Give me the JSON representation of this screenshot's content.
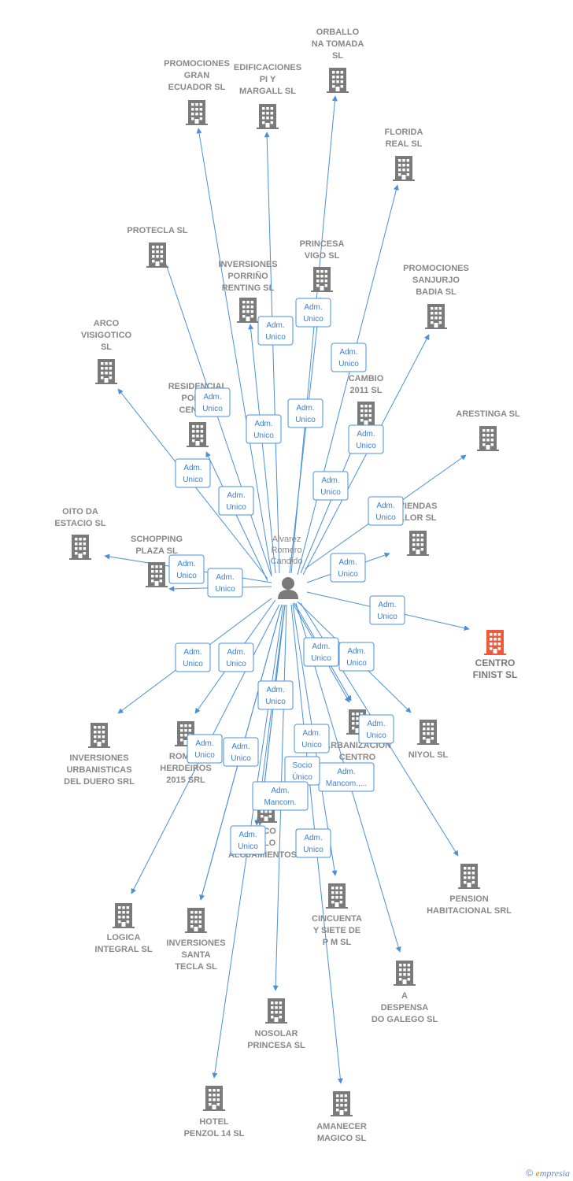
{
  "person": {
    "label": [
      "Alvarez",
      "Romero",
      "Candido"
    ]
  },
  "colors": {
    "edge": "#4a90d9",
    "box_border": "#4a90d9",
    "box_text": "#3a7fd5",
    "building": "#7a7a7a",
    "building_highlight": "#f05a3c",
    "label": "#888888"
  },
  "companies": [
    {
      "id": "promociones-gran-ecuador",
      "label": [
        "PROMOCIONES",
        "GRAN",
        "ECUADOR SL"
      ],
      "highlight": false
    },
    {
      "id": "edificaciones-pi-y-margall",
      "label": [
        "EDIFICACIONES",
        "PI Y",
        "MARGALL SL"
      ],
      "highlight": false
    },
    {
      "id": "orballo-na-tomada",
      "label": [
        "ORBALLO",
        "NA TOMADA",
        "SL"
      ],
      "highlight": false
    },
    {
      "id": "florida-real",
      "label": [
        "FLORIDA",
        "REAL SL"
      ],
      "highlight": false
    },
    {
      "id": "protecla",
      "label": [
        "PROTECLA SL"
      ],
      "highlight": false
    },
    {
      "id": "princesa-vigo",
      "label": [
        "PRINCESA",
        "VIGO SL"
      ],
      "highlight": false
    },
    {
      "id": "inversiones-porrino-renting",
      "label": [
        "INVERSIONES",
        "PORRIÑO",
        "RENTING SL"
      ],
      "highlight": false
    },
    {
      "id": "promociones-sanjurjo-badia",
      "label": [
        "PROMOCIONES",
        "SANJURJO",
        "BADIA SL"
      ],
      "highlight": false
    },
    {
      "id": "arco-visigotico",
      "label": [
        "ARCO",
        "VISIGOTICO",
        "SL"
      ],
      "highlight": false
    },
    {
      "id": "residencial-porrino-centro",
      "label": [
        "RESIDENCIAL",
        "PORR...",
        "CENTR..."
      ],
      "highlight": false
    },
    {
      "id": "cambio-2011",
      "label": [
        "CAMBIO",
        "2011 SL"
      ],
      "highlight": false
    },
    {
      "id": "arestinga",
      "label": [
        "ARESTINGA SL"
      ],
      "highlight": false
    },
    {
      "id": "viviendas-llor",
      "label": [
        "VIENDAS",
        "LLOR SL"
      ],
      "highlight": false
    },
    {
      "id": "oito-da-estacio",
      "label": [
        "OITO DA",
        "ESTACIO SL"
      ],
      "highlight": false
    },
    {
      "id": "schopping-plaza",
      "label": [
        "SCHOPPING",
        "PLAZA SL"
      ],
      "highlight": false
    },
    {
      "id": "centro-finist",
      "label": [
        "CENTRO",
        "FINIST  SL"
      ],
      "highlight": true
    },
    {
      "id": "inversiones-urbanisticas-del-duero",
      "label": [
        "INVERSIONES",
        "URBANISTICAS",
        "DEL DUERO SRL"
      ],
      "highlight": false
    },
    {
      "id": "romero-herdeiros-2015",
      "label": [
        "ROME...",
        "HERDEIROS",
        "2015 SRL"
      ],
      "highlight": false
    },
    {
      "id": "urbanizacion-centro",
      "label": [
        "...RBANIZACION",
        "CENTRO"
      ],
      "highlight": false
    },
    {
      "id": "niyol",
      "label": [
        "NIYOL SL"
      ],
      "highlight": false
    },
    {
      "id": "complejo-alojamientos",
      "label": [
        "...CO",
        "...LO",
        "ALOJAMIENTOS..."
      ],
      "highlight": false
    },
    {
      "id": "pension-habitacional",
      "label": [
        "PENSION",
        "HABITACIONAL SRL"
      ],
      "highlight": false
    },
    {
      "id": "logica-integral",
      "label": [
        "LOGICA",
        "INTEGRAL SL"
      ],
      "highlight": false
    },
    {
      "id": "inversiones-santa-tecla",
      "label": [
        "INVERSIONES",
        "SANTA",
        "TECLA SL"
      ],
      "highlight": false
    },
    {
      "id": "cincuenta-y-siete-de-pm",
      "label": [
        "CINCUENTA",
        "Y SIETE DE",
        "P M SL"
      ],
      "highlight": false
    },
    {
      "id": "a-despensa-do-galego",
      "label": [
        "A",
        "DESPENSA",
        "DO GALEGO SL"
      ],
      "highlight": false
    },
    {
      "id": "nosolar-princesa",
      "label": [
        "NOSOLAR",
        "PRINCESA  SL"
      ],
      "highlight": false
    },
    {
      "id": "hotel-penzol-14",
      "label": [
        "HOTEL",
        "PENZOL 14  SL"
      ],
      "highlight": false
    },
    {
      "id": "amanecer-magico",
      "label": [
        "AMANECER",
        "MAGICO  SL"
      ],
      "highlight": false
    }
  ],
  "relations": [
    {
      "target": "promociones-gran-ecuador",
      "label": [
        "Adm.",
        "Unico"
      ]
    },
    {
      "target": "edificaciones-pi-y-margall",
      "label": [
        "Adm.",
        "Unico"
      ]
    },
    {
      "target": "orballo-na-tomada",
      "label": [
        "Adm.",
        "Unico"
      ]
    },
    {
      "target": "florida-real",
      "label": [
        "Adm.",
        "Unico"
      ]
    },
    {
      "target": "protecla",
      "label": [
        "Adm.",
        "Unico"
      ]
    },
    {
      "target": "princesa-vigo",
      "label": [
        "Adm.",
        "Unico"
      ]
    },
    {
      "target": "inversiones-porrino-renting",
      "label": [
        "Adm.",
        "Unico"
      ]
    },
    {
      "target": "promociones-sanjurjo-badia",
      "label": [
        "Adm.",
        "Unico"
      ]
    },
    {
      "target": "arco-visigotico",
      "label": [
        "Adm.",
        "Unico"
      ]
    },
    {
      "target": "residencial-porrino-centro",
      "label": [
        "Adm.",
        "Unico"
      ]
    },
    {
      "target": "cambio-2011",
      "label": [
        "Adm.",
        "Unico"
      ]
    },
    {
      "target": "arestinga",
      "label": [
        "Adm.",
        "Unico"
      ]
    },
    {
      "target": "viviendas-llor",
      "label": [
        "Adm.",
        "Unico"
      ]
    },
    {
      "target": "oito-da-estacio",
      "label": [
        "Adm.",
        "Unico"
      ]
    },
    {
      "target": "schopping-plaza",
      "label": [
        "Adm.",
        "Unico"
      ]
    },
    {
      "target": "centro-finist",
      "label": [
        "Adm.",
        "Unico"
      ]
    },
    {
      "target": "inversiones-urbanisticas-del-duero",
      "label": [
        "Adm.",
        "Unico"
      ]
    },
    {
      "target": "romero-herdeiros-2015",
      "label": [
        "Adm.",
        "Unico"
      ]
    },
    {
      "target": "urbanizacion-centro",
      "label": [
        "Adm.",
        "Unico"
      ]
    },
    {
      "target": "niyol",
      "label": [
        "Adm.",
        "Unico"
      ]
    },
    {
      "target": "complejo-alojamientos",
      "label": [
        "Adm.",
        "Unico"
      ]
    },
    {
      "target": "pension-habitacional",
      "label": [
        "Adm.",
        "Unico"
      ]
    },
    {
      "target": "logica-integral",
      "label": [
        "Adm.",
        "Unico"
      ]
    },
    {
      "target": "inversiones-santa-tecla",
      "label": [
        "Adm.",
        "Unico"
      ]
    },
    {
      "target": "cincuenta-y-siete-de-pm",
      "label": [
        "Adm.",
        "Unico"
      ]
    },
    {
      "target": "a-despensa-do-galego",
      "label": [
        "Adm.",
        "Mancom.,..."
      ]
    },
    {
      "target": "nosolar-princesa",
      "label": [
        "Adm.",
        "Unico"
      ]
    },
    {
      "target": "hotel-penzol-14",
      "label": [
        "Adm.",
        "Unico"
      ]
    },
    {
      "target": "amanecer-magico",
      "label": [
        "Adm.",
        "Unico"
      ]
    },
    {
      "target": "urbanizacion-centro",
      "label": [
        "Adm.",
        "Unico"
      ]
    },
    {
      "target": "inversiones-santa-tecla",
      "label": [
        "Adm.",
        "Unico"
      ]
    },
    {
      "target": "complejo-alojamientos",
      "label": [
        "Socio",
        "Único"
      ]
    },
    {
      "target": "complejo-alojamientos",
      "label": [
        "Adm.",
        "Mancom."
      ]
    }
  ],
  "credit": {
    "symbol": "©",
    "brand_initial": "e",
    "brand_rest": "mpresia"
  }
}
